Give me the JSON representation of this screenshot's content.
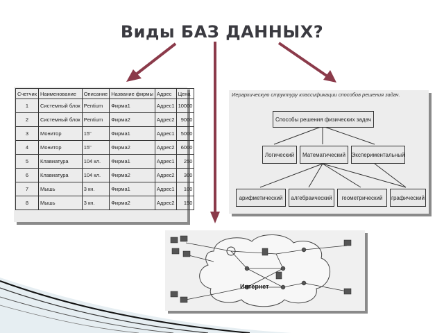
{
  "title": "Виды БАЗ ДАННЫХ?",
  "colors": {
    "arrow": "#8b3a4a",
    "title": "#3a3a40"
  },
  "table": {
    "headers": [
      "Счетчик",
      "Наименование",
      "Описание",
      "Название фирмы",
      "Адрес",
      "Цена"
    ],
    "rows": [
      [
        "1",
        "Системный блок",
        "Pentium",
        "Фирма1",
        "Адрес1",
        "10000"
      ],
      [
        "2",
        "Системный блок",
        "Pentium",
        "Фирма2",
        "Адрес2",
        "9000"
      ],
      [
        "3",
        "Монитор",
        "15\"",
        "Фирма1",
        "Адрес1",
        "5000"
      ],
      [
        "4",
        "Монитор",
        "15\"",
        "Фирма2",
        "Адрес2",
        "6000"
      ],
      [
        "5",
        "Клавиатура",
        "104 кл.",
        "Фирма1",
        "Адрес1",
        "250"
      ],
      [
        "6",
        "Клавиатура",
        "104 кл.",
        "Фирма2",
        "Адрес2",
        "300"
      ],
      [
        "7",
        "Мышь",
        "3 кн.",
        "Фирма1",
        "Адрес1",
        "100"
      ],
      [
        "8",
        "Мышь",
        "3 кн.",
        "Фирма2",
        "Адрес2",
        "150"
      ]
    ]
  },
  "hierarchy": {
    "caption": "Иерархическую структуру классификации способов решения задач.",
    "root": "Способы решения физических задач",
    "level1": [
      "Логический",
      "Математический",
      "Экспериментальный"
    ],
    "level2": [
      "арифметический",
      "алгебраический",
      "геометрический",
      "графический"
    ]
  },
  "network": {
    "label": "Интернет"
  }
}
